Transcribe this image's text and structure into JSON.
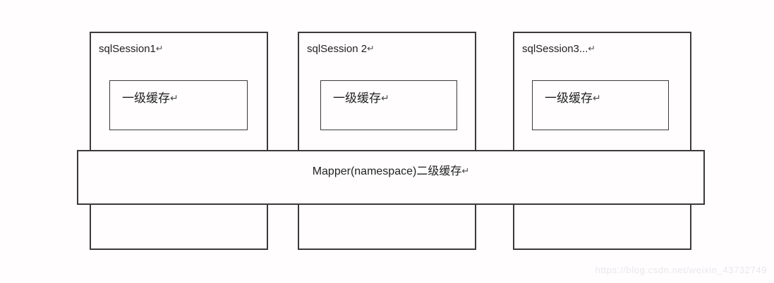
{
  "marks": {
    "return_mark": "↵"
  },
  "sessions": [
    {
      "title": "sqlSession1",
      "cache_label": "一级缓存"
    },
    {
      "title": "sqlSession 2",
      "cache_label": "一级缓存"
    },
    {
      "title": "sqlSession3...",
      "cache_label": "一级缓存"
    }
  ],
  "second_level_cache": {
    "label": "Mapper(namespace)二级缓存"
  },
  "watermark": {
    "text": "https://blog.csdn.net/weixin_43732749"
  },
  "colors": {
    "border": "#3a3a3a",
    "text": "#212121",
    "background": "#fffdfe",
    "watermark": "#e9e7ec"
  }
}
